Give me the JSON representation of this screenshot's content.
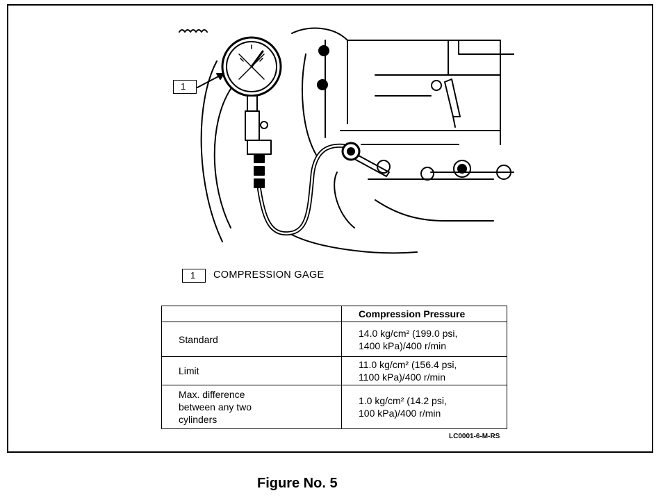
{
  "callout": {
    "number": "1"
  },
  "legend": {
    "number": "1",
    "label": "COMPRESSION GAGE"
  },
  "table": {
    "header": "Compression Pressure",
    "rows": [
      {
        "label": "Standard",
        "value": "14.0 kg/cm² (199.0 psi,\n1400 kPa)/400 r/min"
      },
      {
        "label": "Limit",
        "value": "11.0 kg/cm² (156.4 psi,\n1100 kPa)/400 r/min"
      },
      {
        "label": "Max. difference\nbetween any two\ncylinders",
        "value": "1.0 kg/cm² (14.2 psi,\n100 kPa)/400 r/min"
      }
    ]
  },
  "reference_code": "LC0001-6-M-RS",
  "caption": "Figure No. 5"
}
